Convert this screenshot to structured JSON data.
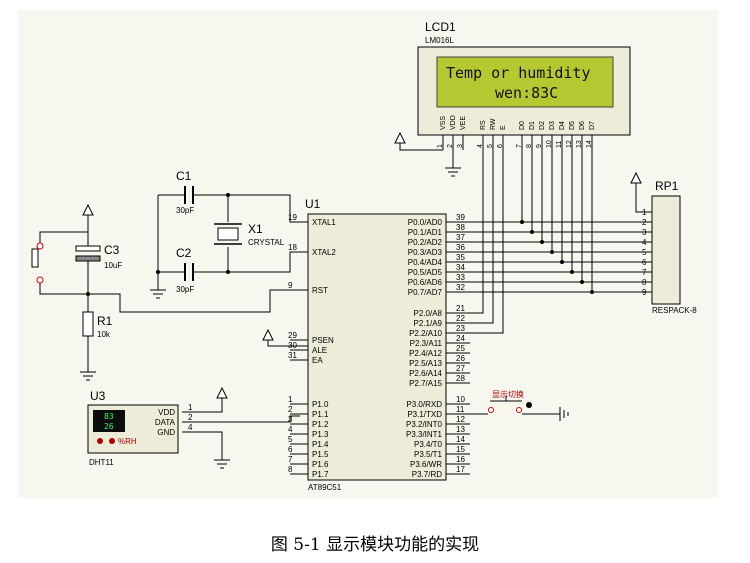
{
  "lcd": {
    "ref": "LCD1",
    "part": "LM016L",
    "line1": "Temp or humidity",
    "line2": "wen:83C",
    "pins": [
      "VSS",
      "VDD",
      "VEE",
      "RS",
      "RW",
      "E",
      "D0",
      "D1",
      "D2",
      "D3",
      "D4",
      "D5",
      "D6",
      "D7"
    ],
    "pin_numbers": [
      "1",
      "2",
      "3",
      "4",
      "5",
      "6",
      "7",
      "8",
      "9",
      "10",
      "11",
      "12",
      "13",
      "14"
    ]
  },
  "mcu": {
    "ref": "U1",
    "part": "AT89C51",
    "left_pins": [
      {
        "num": "19",
        "name": "XTAL1"
      },
      {
        "num": "18",
        "name": "XTAL2"
      },
      {
        "num": "9",
        "name": "RST"
      },
      {
        "num": "29",
        "name": "PSEN"
      },
      {
        "num": "30",
        "name": "ALE"
      },
      {
        "num": "31",
        "name": "EA"
      },
      {
        "num": "1",
        "name": "P1.0"
      },
      {
        "num": "2",
        "name": "P1.1"
      },
      {
        "num": "3",
        "name": "P1.2"
      },
      {
        "num": "4",
        "name": "P1.3"
      },
      {
        "num": "5",
        "name": "P1.4"
      },
      {
        "num": "6",
        "name": "P1.5"
      },
      {
        "num": "7",
        "name": "P1.6"
      },
      {
        "num": "8",
        "name": "P1.7"
      }
    ],
    "port0": [
      {
        "num": "39",
        "name": "P0.0/AD0"
      },
      {
        "num": "38",
        "name": "P0.1/AD1"
      },
      {
        "num": "37",
        "name": "P0.2/AD2"
      },
      {
        "num": "36",
        "name": "P0.3/AD3"
      },
      {
        "num": "35",
        "name": "P0.4/AD4"
      },
      {
        "num": "34",
        "name": "P0.5/AD5"
      },
      {
        "num": "33",
        "name": "P0.6/AD6"
      },
      {
        "num": "32",
        "name": "P0.7/AD7"
      }
    ],
    "port2": [
      {
        "num": "21",
        "name": "P2.0/A8"
      },
      {
        "num": "22",
        "name": "P2.1/A9"
      },
      {
        "num": "23",
        "name": "P2.2/A10"
      },
      {
        "num": "24",
        "name": "P2.3/A11"
      },
      {
        "num": "25",
        "name": "P2.4/A12"
      },
      {
        "num": "26",
        "name": "P2.5/A13"
      },
      {
        "num": "27",
        "name": "P2.6/A14"
      },
      {
        "num": "28",
        "name": "P2.7/A15"
      }
    ],
    "port3": [
      {
        "num": "10",
        "name": "P3.0/RXD"
      },
      {
        "num": "11",
        "name": "P3.1/TXD"
      },
      {
        "num": "12",
        "name": "P3.2/INT0"
      },
      {
        "num": "13",
        "name": "P3.3/INT1"
      },
      {
        "num": "14",
        "name": "P3.4/T0"
      },
      {
        "num": "15",
        "name": "P3.5/T1"
      },
      {
        "num": "16",
        "name": "P3.6/WR"
      },
      {
        "num": "17",
        "name": "P3.7/RD"
      }
    ]
  },
  "c1": {
    "ref": "C1",
    "value": "30pF"
  },
  "c2": {
    "ref": "C2",
    "value": "30pF"
  },
  "c3": {
    "ref": "C3",
    "value": "10uF"
  },
  "x1": {
    "ref": "X1",
    "part": "CRYSTAL"
  },
  "r1": {
    "ref": "R1",
    "value": "10k"
  },
  "rp1": {
    "ref": "RP1",
    "part": "RESPACK-8",
    "pins": [
      "1",
      "2",
      "3",
      "4",
      "5",
      "6",
      "7",
      "8",
      "9"
    ]
  },
  "u3": {
    "ref": "U3",
    "part": "DHT11",
    "pins": [
      "VDD",
      "DATA",
      "GND"
    ],
    "pin_numbers": [
      "1",
      "2",
      "4"
    ],
    "display_top": "83",
    "display_bottom": "26",
    "rh_label": "%RH"
  },
  "switch": {
    "label": "显示切换"
  },
  "caption": "图 5-1 显示模块功能的实现"
}
